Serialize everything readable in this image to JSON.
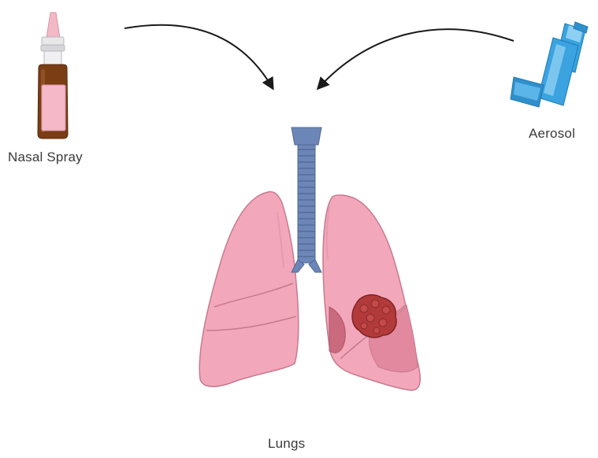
{
  "labels": {
    "nasal_spray": "Nasal Spray",
    "aerosol": "Aerosol",
    "lungs": "Lungs"
  },
  "icons": {
    "nasal_spray": "nasal-spray-bottle-icon",
    "aerosol": "inhaler-icon",
    "lungs": "lungs-with-tumor-illustration"
  },
  "colors": {
    "bottle_brown": "#7a3d14",
    "bottle_label": "#f4b8c8",
    "nozzle_pink": "#f2b8c6",
    "inhaler_blue": "#3aa3e0",
    "lung_pink": "#f3a7ba",
    "lung_outline": "#c77a8e",
    "trachea_blue": "#6d86b8",
    "tumor_red": "#b33a3a",
    "arrow": "#1a1a1a",
    "text": "#3a3a3a"
  }
}
